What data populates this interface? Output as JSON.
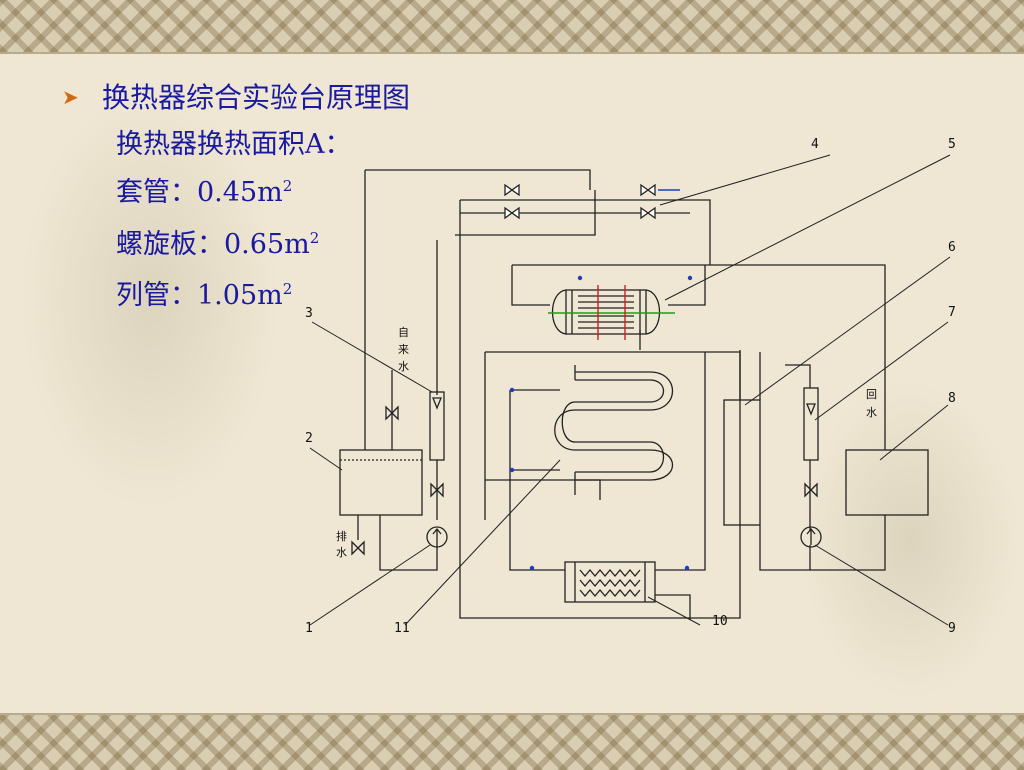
{
  "slide": {
    "title": "换热器综合实验台原理图",
    "area_heading": "换热器换热面积A：",
    "items": [
      {
        "name": "套管：",
        "value": "0.45m",
        "unit_power": "2"
      },
      {
        "name": "螺旋板：",
        "value": "0.65m",
        "unit_power": "2"
      },
      {
        "name": "列管：",
        "value": "1.05m",
        "unit_power": "2"
      }
    ]
  },
  "diagram": {
    "labels": [
      "1",
      "2",
      "3",
      "4",
      "5",
      "6",
      "7",
      "8",
      "9",
      "10",
      "11"
    ],
    "annotations": {
      "tap_water": [
        "自",
        "来",
        "水"
      ],
      "drain": [
        "排",
        "水"
      ],
      "return_water": [
        "回",
        "水"
      ]
    },
    "colors": {
      "line": "#222222",
      "valve_accent": "#1d3fbf",
      "green_axis": "#1aa01a",
      "red_tube": "#cc2020"
    }
  }
}
